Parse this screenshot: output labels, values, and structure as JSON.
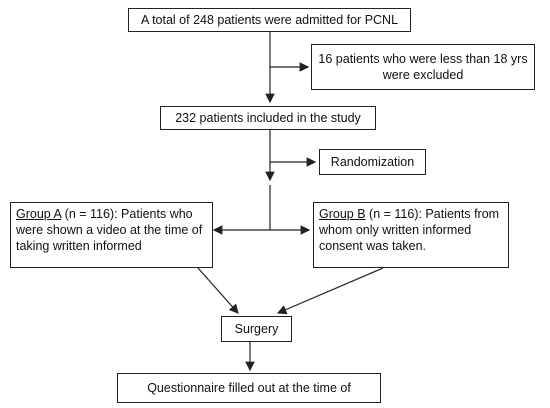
{
  "boxes": {
    "admitted": "A total of 248 patients were admitted for PCNL",
    "excluded_line1": "16 patients who were less than 18 yrs",
    "excluded_line2": "were excluded",
    "included": "232 patients included in the study",
    "randomization": "Randomization",
    "group_a_label": "Group A",
    "group_a_text": " (n = 116): Patients who were shown a video at the time of taking written informed",
    "group_b_label": "Group B",
    "group_b_text": " (n = 116): Patients from whom only written informed consent was taken.",
    "surgery": "Surgery",
    "questionnaire": "Questionnaire filled out at the time of"
  }
}
